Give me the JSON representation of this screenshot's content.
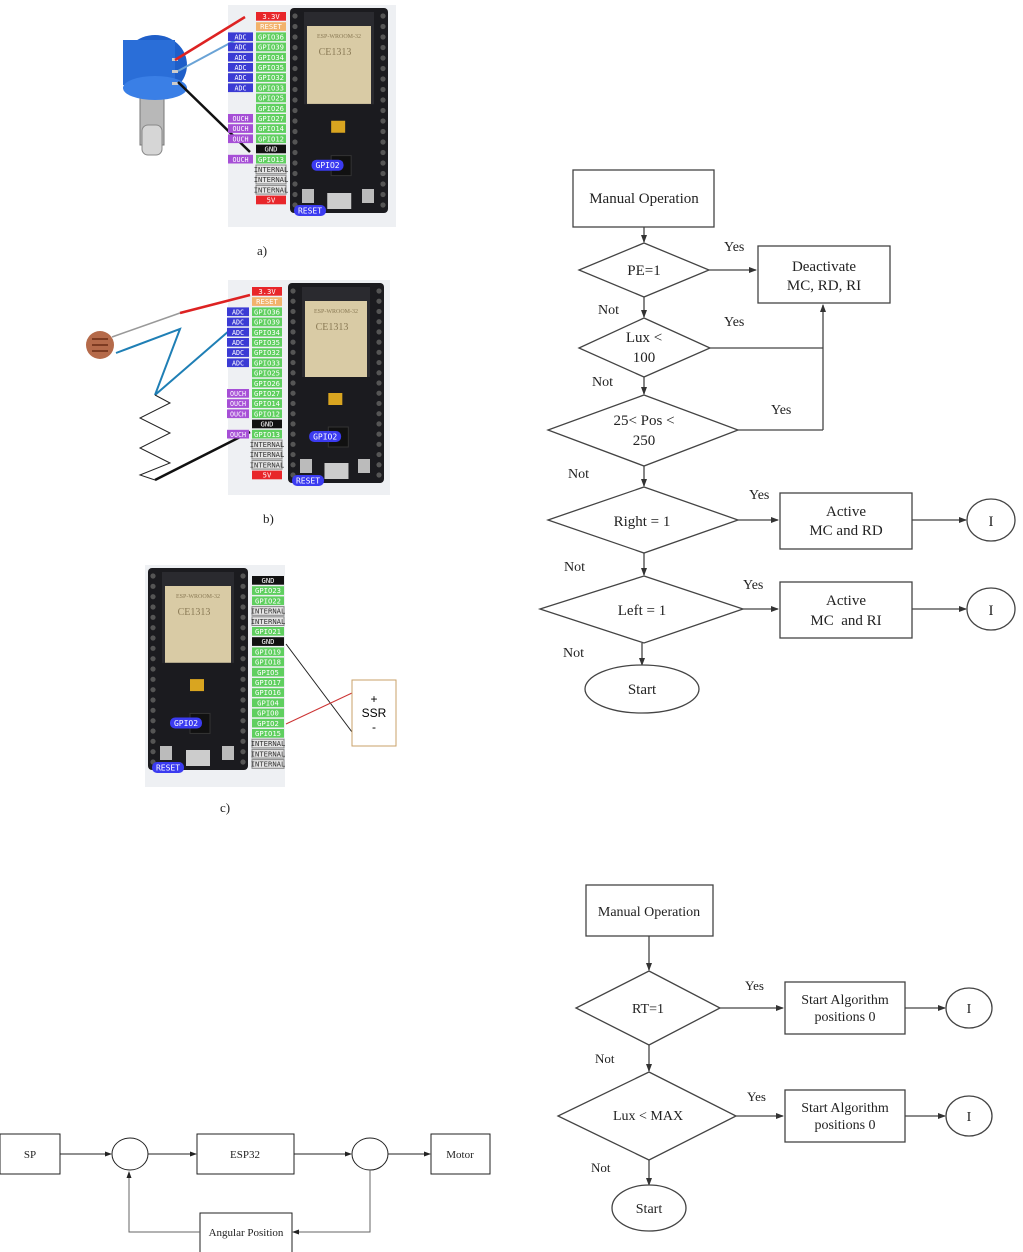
{
  "figure_a": {
    "caption": "a)",
    "left_pins": [
      {
        "label": "3.3V",
        "type": "power"
      },
      {
        "label": "RESET",
        "type": "reset"
      },
      {
        "label": "GPIO36",
        "type": "gpio",
        "tag": "ADC"
      },
      {
        "label": "GPIO39",
        "type": "gpio",
        "tag": "ADC"
      },
      {
        "label": "GPIO34",
        "type": "gpio",
        "tag": "ADC"
      },
      {
        "label": "GPIO35",
        "type": "gpio",
        "tag": "ADC"
      },
      {
        "label": "GPIO32",
        "type": "gpio",
        "tag": "ADC"
      },
      {
        "label": "GPIO33",
        "type": "gpio",
        "tag": "ADC"
      },
      {
        "label": "GPIO25",
        "type": "gpio",
        "tag": ""
      },
      {
        "label": "GPIO26",
        "type": "gpio",
        "tag": ""
      },
      {
        "label": "GPIO27",
        "type": "gpio",
        "tag": "OUCH"
      },
      {
        "label": "GPIO14",
        "type": "gpio",
        "tag": "OUCH"
      },
      {
        "label": "GPIO12",
        "type": "gpio",
        "tag": "OUCH"
      },
      {
        "label": "GND",
        "type": "gnd",
        "tag": ""
      },
      {
        "label": "GPIO13",
        "type": "gpio",
        "tag": "OUCH"
      },
      {
        "label": "INTERNAL",
        "type": "internal",
        "tag": ""
      },
      {
        "label": "INTERNAL",
        "type": "internal",
        "tag": ""
      },
      {
        "label": "INTERNAL",
        "type": "internal",
        "tag": ""
      },
      {
        "label": "5V",
        "type": "power",
        "tag": ""
      }
    ],
    "board": {
      "module_text": "ESP-WROOM-32",
      "cert_text": "CE1313",
      "badge_gpio": "GPIO2",
      "badge_reset": "RESET"
    },
    "component": "potentiometer"
  },
  "figure_b": {
    "caption": "b)",
    "component": "LDR with resistor divider",
    "board": {
      "module_text": "ESP-WROOM-32",
      "cert_text": "CE1313",
      "badge_gpio": "GPIO2",
      "badge_reset": "RESET"
    }
  },
  "figure_c": {
    "caption": "c)",
    "right_pins": [
      {
        "label": "GND",
        "type": "gnd"
      },
      {
        "label": "GPIO23",
        "type": "gpio"
      },
      {
        "label": "GPIO22",
        "type": "gpio"
      },
      {
        "label": "INTERNAL",
        "type": "internal"
      },
      {
        "label": "INTERNAL",
        "type": "internal"
      },
      {
        "label": "GPIO21",
        "type": "gpio"
      },
      {
        "label": "GND",
        "type": "gnd"
      },
      {
        "label": "GPIO19",
        "type": "gpio"
      },
      {
        "label": "GPIO18",
        "type": "gpio"
      },
      {
        "label": "GPIO5",
        "type": "gpio"
      },
      {
        "label": "GPIO17",
        "type": "gpio"
      },
      {
        "label": "GPIO16",
        "type": "gpio"
      },
      {
        "label": "GPIO4",
        "type": "gpio"
      },
      {
        "label": "GPIO0",
        "type": "gpio"
      },
      {
        "label": "GPIO2",
        "type": "gpio"
      },
      {
        "label": "GPIO15",
        "type": "gpio"
      },
      {
        "label": "INTERNAL",
        "type": "internal"
      },
      {
        "label": "INTERNAL",
        "type": "internal"
      },
      {
        "label": "INTERNAL",
        "type": "internal"
      }
    ],
    "ssr": {
      "plus": "+",
      "label": "SSR",
      "minus": "-"
    },
    "board": {
      "module_text": "ESP-WROOM-32",
      "cert_text": "CE1313",
      "badge_gpio": "GPIO2",
      "badge_reset": "RESET"
    }
  },
  "pin_colors": {
    "power": "#e8262a",
    "reset": "#f2b26b",
    "gpio": "#5fcf5f",
    "gnd": "#111111",
    "internal": "#e4e4e4",
    "adc": "#3b3bd4",
    "touch": "#a64fd6",
    "badge": "#3b3bf0"
  },
  "flowchart_1": {
    "start_box": "Manual Operation",
    "decisions": [
      "PE=1",
      "Lux <\n100",
      "25< Pos <\n250",
      "Right = 1",
      "Left = 1"
    ],
    "deactivate": [
      "Deactivate",
      "MC, RD, RI"
    ],
    "active_rd": [
      "Active",
      "MC and RD"
    ],
    "active_ri": [
      "Active",
      "MC  and RI"
    ],
    "connector": "I",
    "end": "Start",
    "yes": "Yes",
    "no": "Not"
  },
  "flowchart_2": {
    "start_box": "Manual Operation",
    "decisions": [
      "RT=1",
      "Lux < MAX"
    ],
    "action": [
      "Start Algorithm",
      "positions 0"
    ],
    "connector": "I",
    "end": "Start",
    "yes": "Yes",
    "no": "Not"
  },
  "block_diagram": {
    "sp": "SP",
    "controller": "ESP32",
    "plant": "Motor",
    "feedback": "Angular Position"
  }
}
